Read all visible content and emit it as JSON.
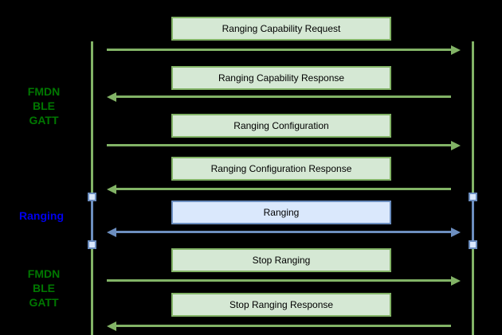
{
  "colors": {
    "background": "#000000",
    "green_line": "#82b366",
    "green_fill": "#d5e8d4",
    "green_border": "#82b366",
    "blue_line": "#6c8ebf",
    "blue_fill": "#dae8fc",
    "blue_border": "#6c8ebf",
    "activation_fill": "#dae8fc",
    "label_green": "#007700",
    "label_blue": "#0000EE"
  },
  "side_labels": [
    {
      "name": "fmdn-ble-gatt-top",
      "color": "#007700",
      "lines": [
        "FMDN",
        "BLE",
        "GATT"
      ]
    },
    {
      "name": "ranging",
      "color": "#0000EE",
      "lines": [
        "Ranging"
      ]
    },
    {
      "name": "fmdn-ble-gatt-bottom",
      "color": "#007700",
      "lines": [
        "FMDN",
        "BLE",
        "GATT"
      ]
    }
  ],
  "lifelines": {
    "count": 2,
    "activation_boxes": 4,
    "ranging_segment_color": "#6c8ebf"
  },
  "messages": [
    {
      "label": "Ranging Capability Request",
      "direction": "right",
      "scheme": "green"
    },
    {
      "label": "Ranging Capability Response",
      "direction": "left",
      "scheme": "green"
    },
    {
      "label": "Ranging Configuration",
      "direction": "right",
      "scheme": "green"
    },
    {
      "label": "Ranging Configuration Response",
      "direction": "left",
      "scheme": "green"
    },
    {
      "label": "Ranging",
      "direction": "both",
      "scheme": "blue"
    },
    {
      "label": "Stop Ranging",
      "direction": "right",
      "scheme": "green"
    },
    {
      "label": "Stop Ranging Response",
      "direction": "left",
      "scheme": "green"
    }
  ]
}
